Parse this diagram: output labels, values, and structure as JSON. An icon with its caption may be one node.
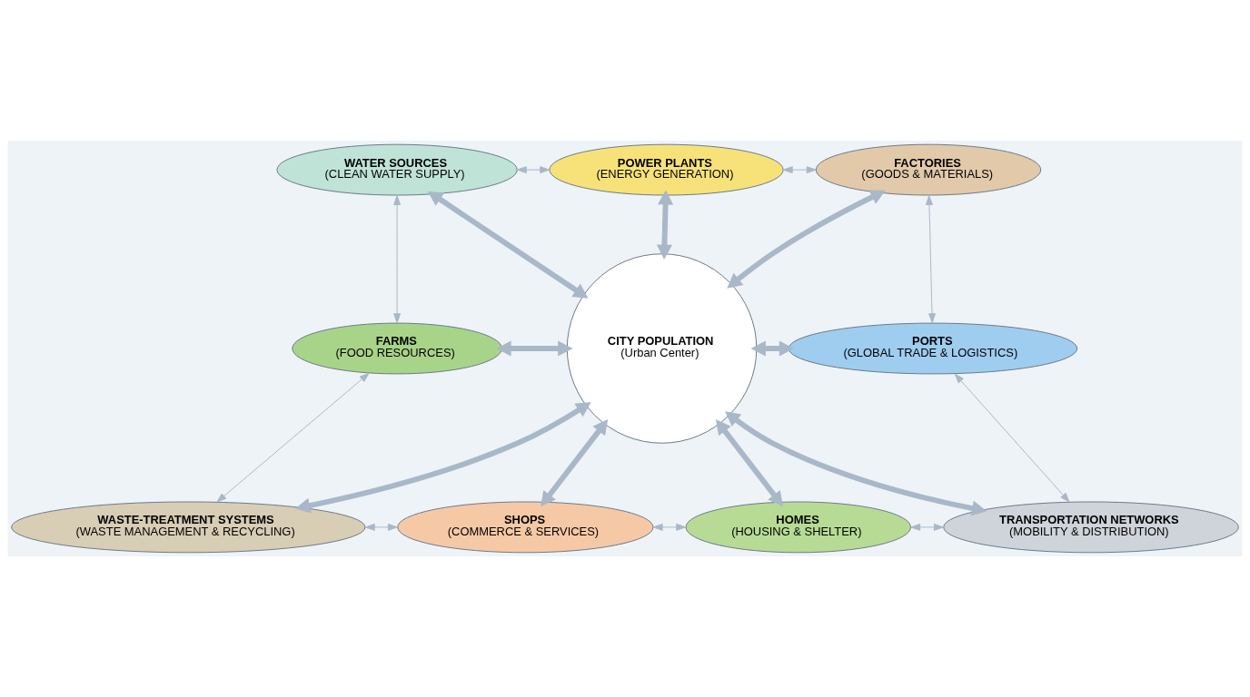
{
  "diagram": {
    "nodes": [
      {
        "text": [
          "CITY POPULATION",
          "(Urban Center)"
        ]
      },
      {
        "text": [
          "WATER SOURCES",
          "(CLEAN WATER SUPPLY)"
        ]
      },
      {
        "text": [
          "POWER PLANTS",
          "(ENERGY GENERATION)"
        ]
      },
      {
        "text": [
          "FACTORIES",
          "(GOODS & MATERIALS)"
        ]
      },
      {
        "text": [
          "FARMS",
          "(FOOD RESOURCES)"
        ]
      },
      {
        "text": [
          "PORTS",
          "(GLOBAL TRADE & LOGISTICS)"
        ]
      },
      {
        "text": [
          "WASTE-TREATMENT SYSTEMS",
          "(WASTE MANAGEMENT & RECYCLING)"
        ]
      },
      {
        "text": [
          "SHOPS",
          "(COMMERCE & SERVICES)"
        ]
      },
      {
        "text": [
          "HOMES",
          "(HOUSING & SHELTER)"
        ]
      },
      {
        "text": [
          "TRANSPORTATION NETWORKS",
          "(MOBILITY & DISTRIBUTION)"
        ]
      }
    ],
    "edges": [
      {
        "from": 1,
        "to": 0,
        "arrow": "both",
        "style": "thick"
      },
      {
        "from": 2,
        "to": 0,
        "arrow": "both",
        "style": "thick"
      },
      {
        "from": 3,
        "to": 0,
        "arrow": "both",
        "style": "thick"
      },
      {
        "from": 4,
        "to": 0,
        "arrow": "both",
        "style": "thick"
      },
      {
        "from": 0,
        "to": 5,
        "arrow": "both",
        "style": "thick"
      },
      {
        "from": 0,
        "to": 6,
        "arrow": "both",
        "style": "thick"
      },
      {
        "from": 0,
        "to": 7,
        "arrow": "both",
        "style": "thick"
      },
      {
        "from": 0,
        "to": 8,
        "arrow": "both",
        "style": "thick"
      },
      {
        "from": 0,
        "to": 9,
        "arrow": "both",
        "style": "thick"
      },
      {
        "from": 1,
        "to": 2,
        "arrow": "both"
      },
      {
        "from": 2,
        "to": 3,
        "arrow": "both"
      },
      {
        "from": 3,
        "to": 5,
        "arrow": "both"
      },
      {
        "from": 5,
        "to": 9,
        "arrow": "both"
      },
      {
        "from": 8,
        "to": 9,
        "arrow": "both"
      },
      {
        "from": 7,
        "to": 8,
        "arrow": "both"
      },
      {
        "from": 6,
        "to": 7,
        "arrow": "both"
      },
      {
        "from": 4,
        "to": 6,
        "arrow": "both"
      },
      {
        "from": 1,
        "to": 4,
        "arrow": "both"
      }
    ]
  }
}
